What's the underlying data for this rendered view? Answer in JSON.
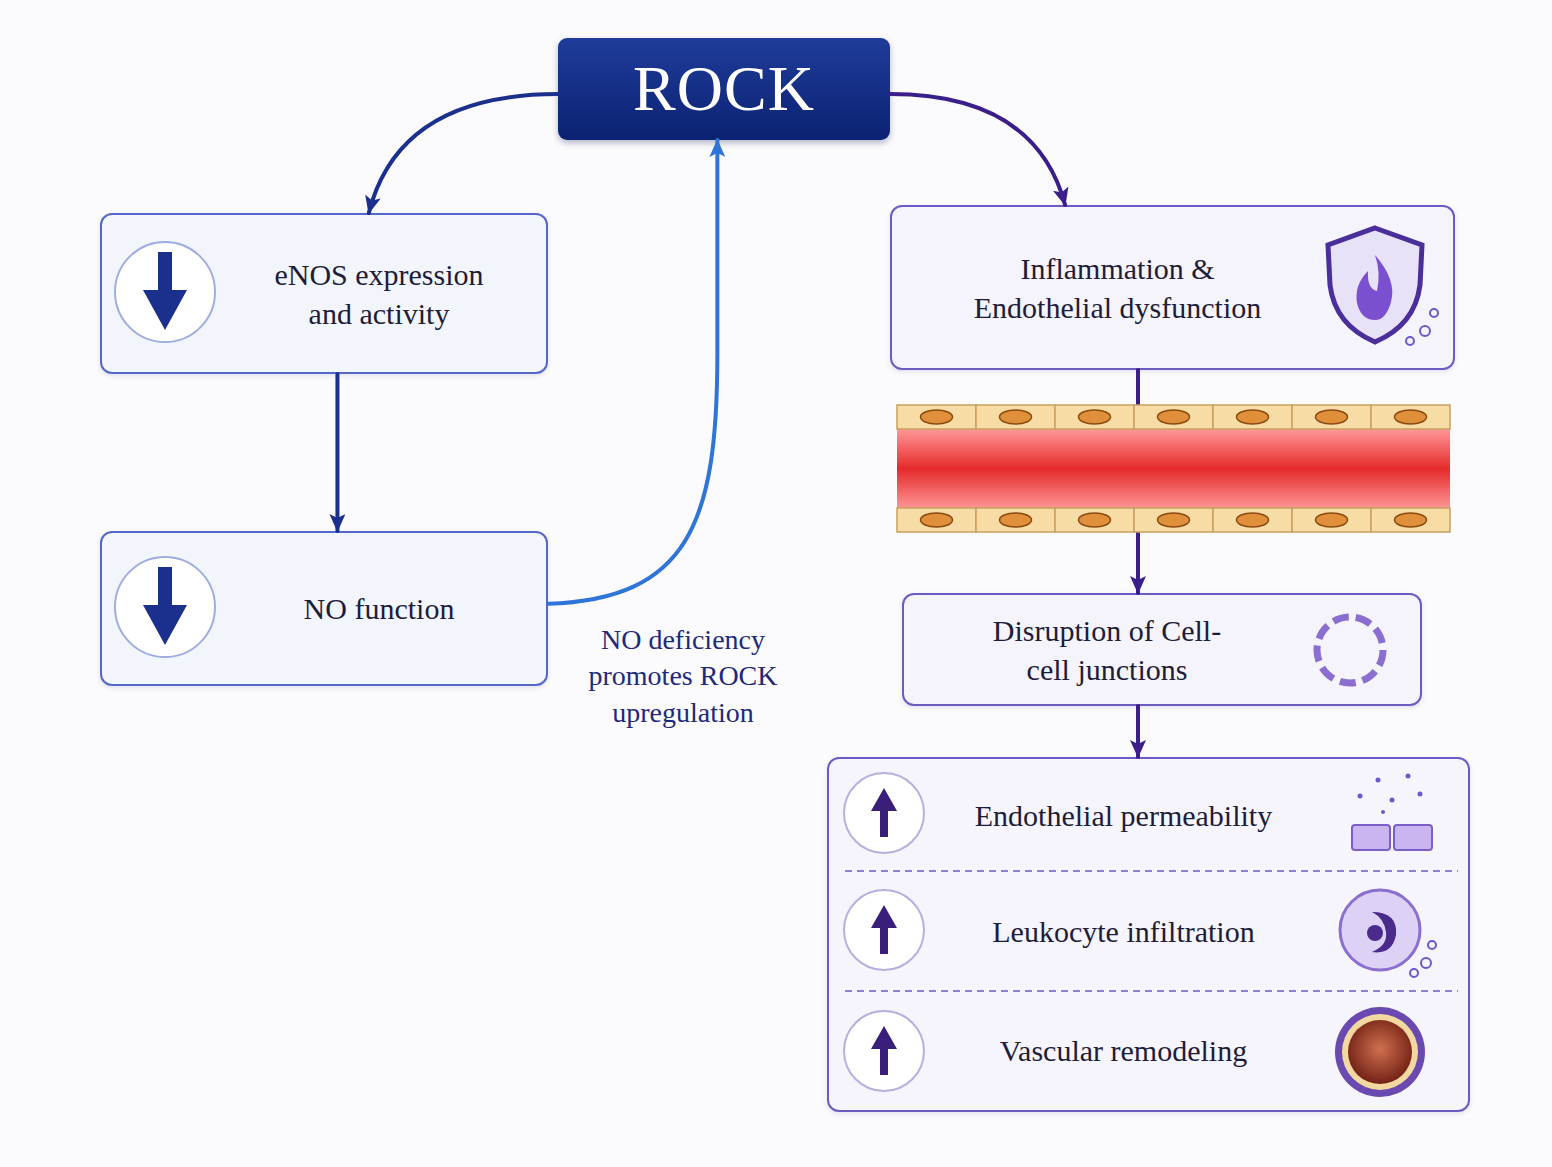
{
  "diagram": {
    "nodes": [
      {
        "text": [
          "ROCK"
        ]
      },
      {
        "text": [
          "eNOS expression and activity"
        ]
      },
      {
        "text": [
          "NO function"
        ]
      },
      {
        "text": [
          "Inflammation & Endothelial dysfunction"
        ]
      },
      {
        "text": [
          "Disruption of Cell-cell junctions"
        ]
      },
      {
        "text": []
      },
      {
        "text": [
          "Endothelial permeability"
        ],
        "in": 5
      },
      {
        "text": [
          "Leukocyte infiltration"
        ],
        "in": 5
      },
      {
        "text": [
          "Vascular remodeling"
        ],
        "in": 5
      }
    ],
    "edges": [
      {
        "from": 0,
        "to": 1,
        "arrow": "to"
      },
      {
        "from": 0,
        "to": 3,
        "arrow": "to"
      },
      {
        "from": 1,
        "to": 2,
        "arrow": "to"
      },
      {
        "from": 2,
        "to": 0,
        "arrow": "to",
        "label": "NO deficiency promotes ROCK upregulation"
      },
      {
        "from": 3,
        "to": 4,
        "arrow": "to"
      },
      {
        "from": 4,
        "to": 5,
        "arrow": "to"
      }
    ]
  }
}
